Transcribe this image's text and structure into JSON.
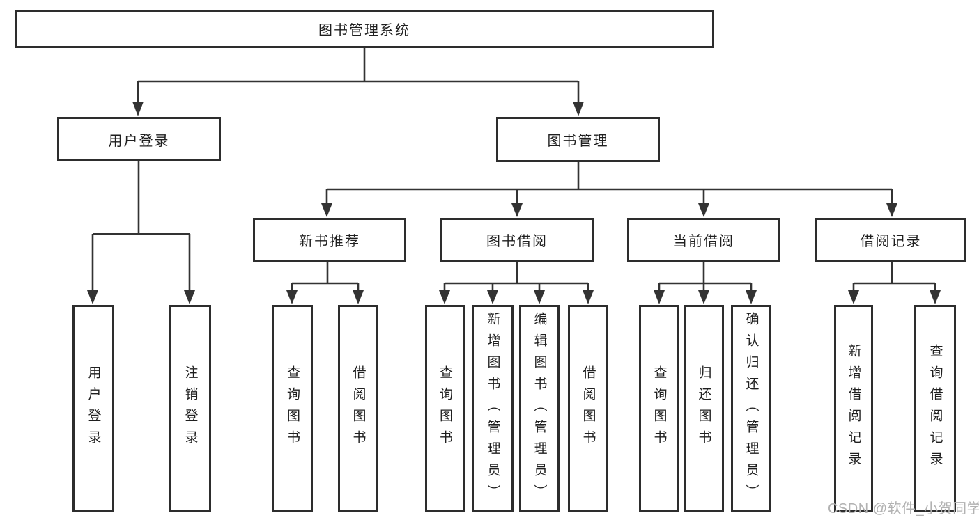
{
  "diagram_title": "图书管理系统",
  "colors": {
    "line": "#333333",
    "box_border": "#2d2d2d",
    "box_background": "#ffffff",
    "text": "#1f1f1f",
    "page_background": "#ffffff",
    "watermark_text_color": "#b2b2b2"
  },
  "tree": {
    "root": {
      "label": "图书管理系统",
      "children": [
        {
          "label": "用户登录",
          "children": [
            {
              "label": "用户登录"
            },
            {
              "label": "注销登录"
            }
          ]
        },
        {
          "label": "图书管理",
          "children": [
            {
              "label": "新书推荐",
              "children": [
                {
                  "label": "查询图书"
                },
                {
                  "label": "借阅图书"
                }
              ]
            },
            {
              "label": "图书借阅",
              "children": [
                {
                  "label": "查询图书"
                },
                {
                  "label": "新增图书（管理员）"
                },
                {
                  "label": "编辑图书（管理员）"
                },
                {
                  "label": "借阅图书"
                }
              ]
            },
            {
              "label": "当前借阅",
              "children": [
                {
                  "label": "查询图书"
                },
                {
                  "label": "归还图书"
                },
                {
                  "label": "确认归还（管理员）"
                }
              ]
            },
            {
              "label": "借阅记录",
              "children": [
                {
                  "label": "新增借阅记录"
                },
                {
                  "label": "查询借阅记录"
                }
              ]
            }
          ]
        }
      ]
    }
  },
  "watermark": {
    "text": "CSDN @软件_小贺同学"
  }
}
